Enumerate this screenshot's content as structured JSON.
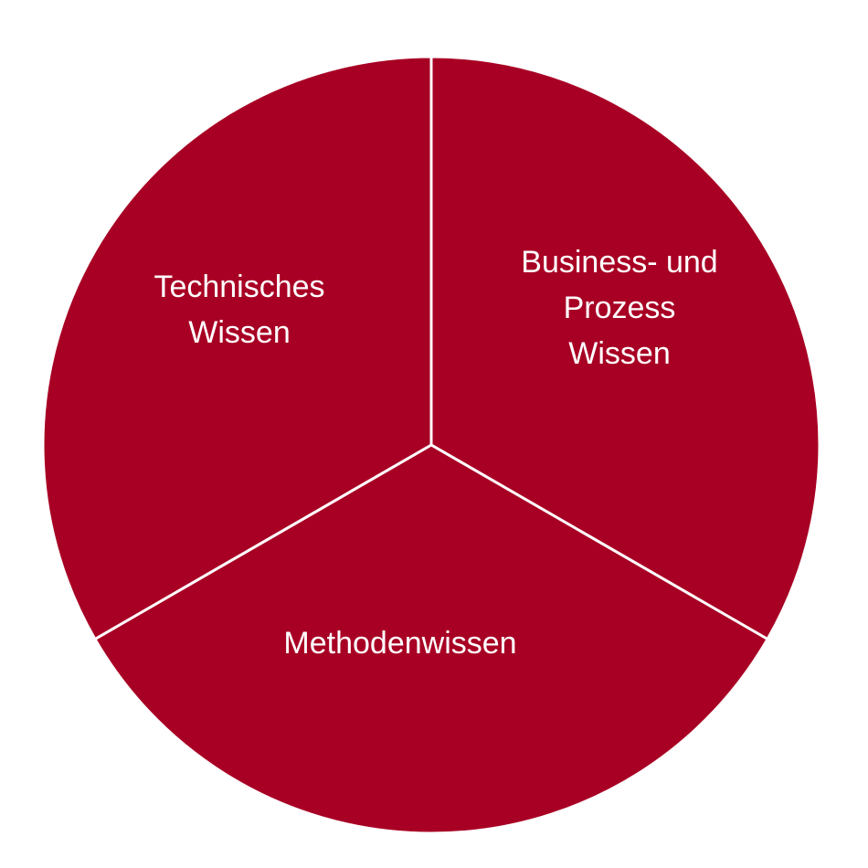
{
  "chart_data": {
    "type": "pie",
    "slice_color": "#a80024",
    "separator_color": "#ffffff",
    "slices": [
      {
        "name": "business-prozess",
        "label_lines": [
          "Business- und",
          "Prozess",
          "Wissen"
        ],
        "value": 1
      },
      {
        "name": "methodenwissen",
        "label_lines": [
          "Methodenwissen"
        ],
        "value": 1
      },
      {
        "name": "technisches",
        "label_lines": [
          "Technisches",
          "Wissen"
        ],
        "value": 1
      }
    ]
  }
}
